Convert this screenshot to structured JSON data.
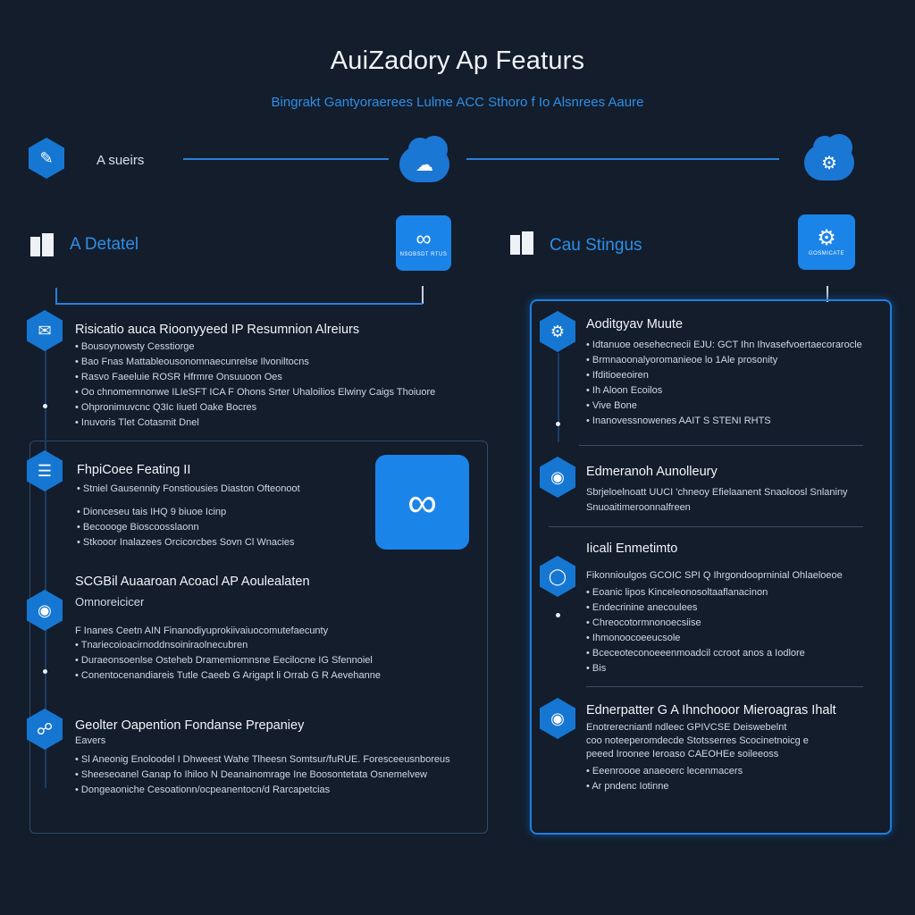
{
  "title": "AuiZadory Ap Featurs",
  "subtitle": "Bingrakt Gantyoraerees Lulme ACC Sthoro f Io Alsnrees Aaure",
  "colors": {
    "background": "#131d2c",
    "accent": "#1b84e8",
    "text": "#e6ecf4"
  },
  "top_row": {
    "label": "A sueirs"
  },
  "left_column": {
    "label": "A Detatel",
    "tile_caption": "NSOBSDT RTUS",
    "sections": [
      {
        "heading": "Risicatio auca Rioonyyeed IP Resumnion Alreiurs",
        "items": [
          "Bousoynowsty Cesstiorge",
          "Bao Fnas Mattableousonomnaecunrelse Ilvoniltocns",
          "Rasvo Faeeluie ROSR Hfrmre Onsuuoon Oes",
          "Oo chnomemnonwe ILIeSFT ICA F Ohons Srter Uhaloilios Elwiny Caigs Thoiuore",
          "Ohpronimuvcnc Q3Ic Iiuetl Oake Bocres",
          "Inuvoris Tlet Cotasmit Dnel"
        ]
      },
      {
        "heading": "FhpiCoee Feating II",
        "items": [
          "Stniel Gausennity Fonstiousies Diaston Ofteonoot",
          "Dionceseu tais IHQ 9 biuoe Icinp",
          "Becoooge Bioscoosslaonn",
          "Stkooor Inalazees Orcicorcbes Sovn Cl Wnacies"
        ]
      },
      {
        "heading": "SCGBil Auaaroan Acoacl AP Aoulealaten",
        "sub": "Omnoreicicer",
        "paragraph": "F Inanes Ceetn AIN Finanodiyuprokiivaiuocomutefaecunty",
        "items": [
          "Tnariecoioacirnoddnsoiniraolnecubren",
          "Duraeonsoenlse Osteheb Dramemiomnsne Eecilocne IG Sfennoiel",
          "Conentocenandiareis Tutle Caeeb G Arigapt li Orrab G R Aevehanne"
        ]
      },
      {
        "heading": "Geolter Oapention Fondanse Prepaniey",
        "sub": "Eavers",
        "items": [
          "Sl Aneonig Enoloodel I Dhweest Wahe Tlheesn Somtsur/fuRUE. Foresceeusnboreus",
          "Sheeseoanel Ganap fo Ihiloo N Deanainomrage Ine Boosontetata Osnemelvew",
          "Dongeaoniche Cesoationn/ocpeanentocn/d Rarcapetcias"
        ]
      }
    ]
  },
  "right_column": {
    "label": "Cau Stingus",
    "tile_caption": "GOSMICATE",
    "sections": [
      {
        "heading": "Aoditgyav Muute",
        "items": [
          "Idtanuoe oesehecnecii EJU: GCT Ihn Ihvasefvoertaecorarocle",
          "Brmnaoonalyoromanieoe lo 1Ale prosonity",
          "Ifditioeeoiren",
          "Ih Aloon Ecoilos",
          "Vive Bone",
          "Inanovessnowenes AAIT S STENI RHTS"
        ]
      },
      {
        "heading": "Edmeranoh Aunolleury",
        "paragraph": "Sbrjeloelnoatt UUCI 'chneoy Efielaanent Snaoloosl Snlaniny",
        "paragraph2": "Snuoaitimeroonnalfreen"
      },
      {
        "heading": "Iicali Enmetimto",
        "paragraph": "Fikonnioulgos GCOIC SPI Q Ihrgondooprninial Ohlaeloeoe",
        "items": [
          "Eoanic lipos Kinceleonosoltaaflanacinon",
          "Endecrinine anecoulees",
          "Chreocotormnonoecsiise",
          "Ihmonoocoeeucsole",
          "Bceceoteconoeeenmoadcil ccroot anos a Iodlore",
          "Bis"
        ]
      },
      {
        "heading": "Ednerpatter G A Ihnchooor Mieroagras Ihalt",
        "paragraph": "Enotrerecniantl ndleec GPIVCSE Deiswebelnt",
        "paragraph2": "coo noteeperomdecde Stotsserres Scocinetnoicg e",
        "paragraph3": "peeed Iroonee Ieroaso CAEOHEe soileeoss",
        "items": [
          "Eeenroooe anaeoerc lecenmacers",
          "Ar pndenc Iotinne"
        ]
      }
    ]
  }
}
